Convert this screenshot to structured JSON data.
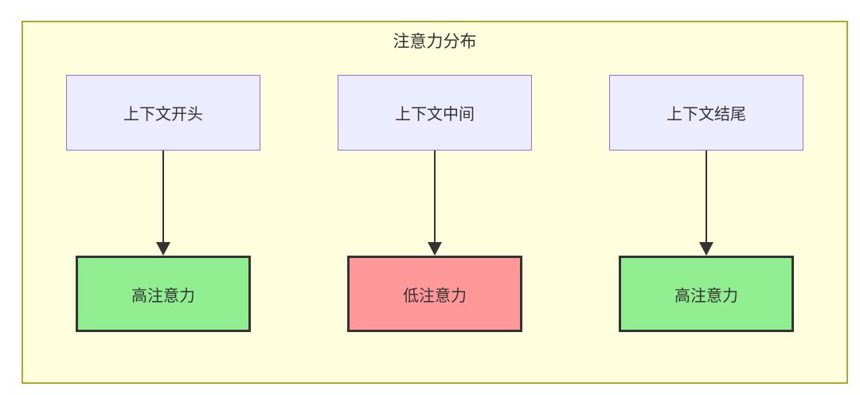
{
  "diagram": {
    "title": "注意力分布",
    "columns": [
      {
        "source": "上下文开头",
        "target": "高注意力",
        "target_level": "high",
        "target_fill": "#90ee90"
      },
      {
        "source": "上下文中间",
        "target": "低注意力",
        "target_level": "low",
        "target_fill": "#ff9999"
      },
      {
        "source": "上下文结尾",
        "target": "高注意力",
        "target_level": "high",
        "target_fill": "#90ee90"
      }
    ],
    "colors": {
      "container_fill": "#ffffde",
      "container_border": "#aaaa33",
      "source_fill": "#ececff",
      "source_border": "#9370db",
      "high_attention_fill": "#90ee90",
      "low_attention_fill": "#ff9999",
      "target_border": "#333333",
      "arrow": "#333333",
      "text": "#333333"
    }
  }
}
